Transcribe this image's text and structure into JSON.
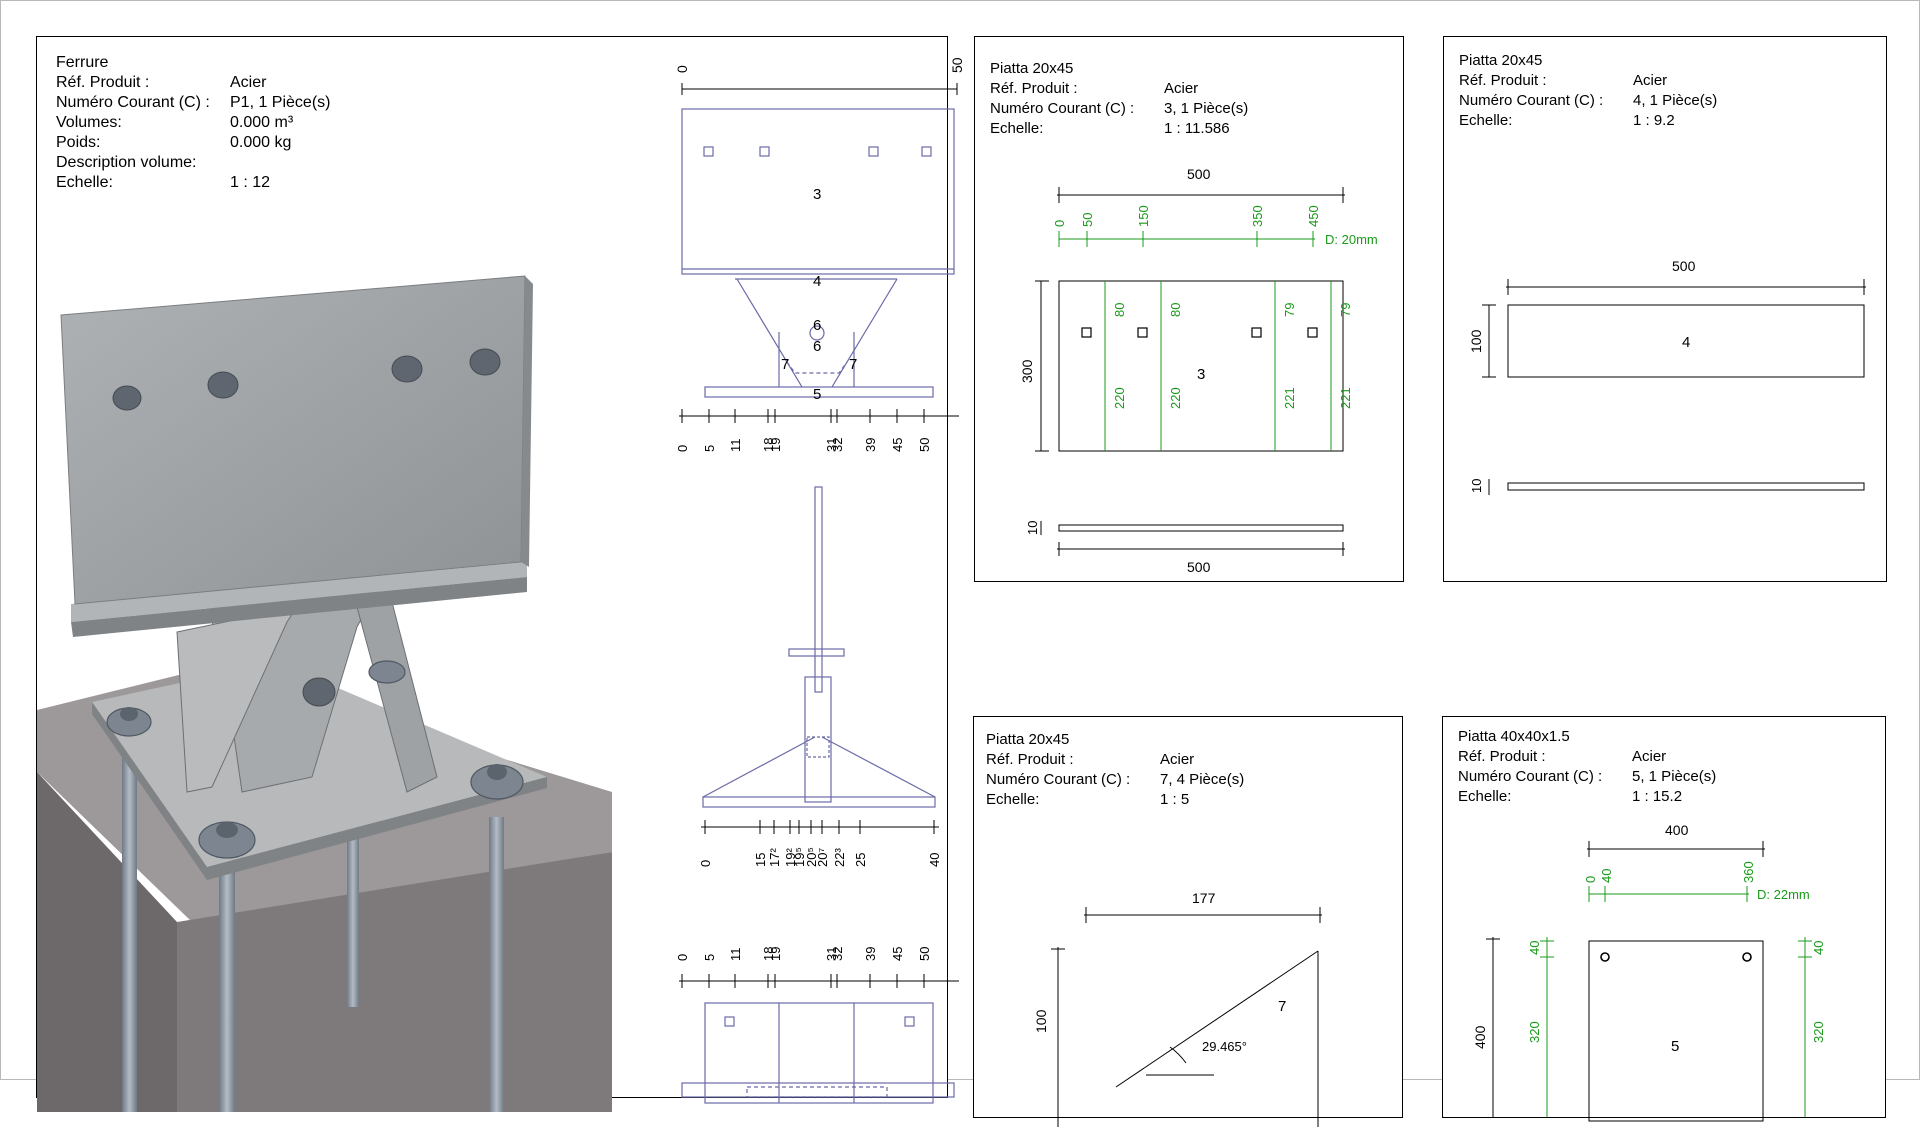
{
  "colors": {
    "line": "#6a6aa8",
    "dimension": "#000000",
    "hole_dim": "#1a9a1a",
    "border": "#000000",
    "steel": "#9a9ea2",
    "concrete": "#8a8587"
  },
  "ferrure": {
    "title": "Ferrure",
    "rows": [
      {
        "key": "Réf. Produit :",
        "value": "Acier"
      },
      {
        "key": "Numéro Courant (C) :",
        "value": "P1,  1 Pièce(s)"
      },
      {
        "key": "Volumes:",
        "value": "0.000 m³"
      },
      {
        "key": "Poids:",
        "value": "0.000 kg"
      },
      {
        "key": "Description volume:",
        "value": ""
      },
      {
        "key": "Echelle:",
        "value": "1 : 12"
      }
    ],
    "top_view": {
      "top_tick_start": "0",
      "top_tick_end": "50",
      "plate_label": "3",
      "flange_label": "4",
      "label_6a": "6",
      "label_6b": "6",
      "label_7a": "7",
      "label_7b": "7",
      "base_label": "5",
      "bottom_ticks": [
        "0",
        "5",
        "11",
        "18",
        "19",
        "31",
        "32",
        "39",
        "45",
        "50"
      ]
    },
    "side_view": {
      "bottom_ticks": [
        "0",
        "15",
        "17²",
        "19²",
        "19⁵",
        "20⁵",
        "20⁷",
        "22³",
        "25",
        "40"
      ]
    },
    "bottom_view": {
      "top_ticks": [
        "0",
        "5",
        "11",
        "18",
        "19",
        "31",
        "32",
        "39",
        "45",
        "50"
      ]
    }
  },
  "piece3": {
    "title": "Piatta 20x45",
    "rows": [
      {
        "key": "Réf. Produit :",
        "value": "Acier"
      },
      {
        "key": "Numéro Courant (C) :",
        "value": "3,  1 Pièce(s)"
      },
      {
        "key": "Echelle:",
        "value": "1 : 11.586"
      }
    ],
    "width_dim": "500",
    "hole_x": [
      "0",
      "50",
      "150",
      "350",
      "450"
    ],
    "hole_diameter": "D: 20mm",
    "height_dim": "300",
    "hole_top": [
      "80",
      "80",
      "79",
      "79"
    ],
    "hole_bottom": [
      "220",
      "220",
      "221",
      "221"
    ],
    "part_label": "3",
    "thickness_dim": "10",
    "bottom_width_dim": "500"
  },
  "piece4": {
    "title": "Piatta 20x45",
    "rows": [
      {
        "key": "Réf. Produit :",
        "value": "Acier"
      },
      {
        "key": "Numéro Courant (C) :",
        "value": "4,  1 Pièce(s)"
      },
      {
        "key": "Echelle:",
        "value": "1 : 9.2"
      }
    ],
    "width_dim": "500",
    "height_dim": "100",
    "part_label": "4",
    "thickness_dim": "10"
  },
  "piece7": {
    "title": "Piatta 20x45",
    "rows": [
      {
        "key": "Réf. Produit :",
        "value": "Acier"
      },
      {
        "key": "Numéro Courant (C) :",
        "value": "7,  4 Pièce(s)"
      },
      {
        "key": "Echelle:",
        "value": "1 : 5"
      }
    ],
    "width_dim": "177",
    "height_dim": "100",
    "part_label": "7",
    "angle": "29.465°"
  },
  "piece5": {
    "title": "Piatta 40x40x1.5",
    "rows": [
      {
        "key": "Réf. Produit :",
        "value": "Acier"
      },
      {
        "key": "Numéro Courant (C) :",
        "value": "5,  1 Pièce(s)"
      },
      {
        "key": "Echelle:",
        "value": "1 : 15.2"
      }
    ],
    "width_dim": "400",
    "hole_x": [
      "0",
      "40",
      "360"
    ],
    "hole_diameter": "D: 22mm",
    "height_dim": "400",
    "edge_left": "40",
    "edge_right": "40",
    "mid_left": "320",
    "mid_right": "320",
    "part_label": "5"
  }
}
